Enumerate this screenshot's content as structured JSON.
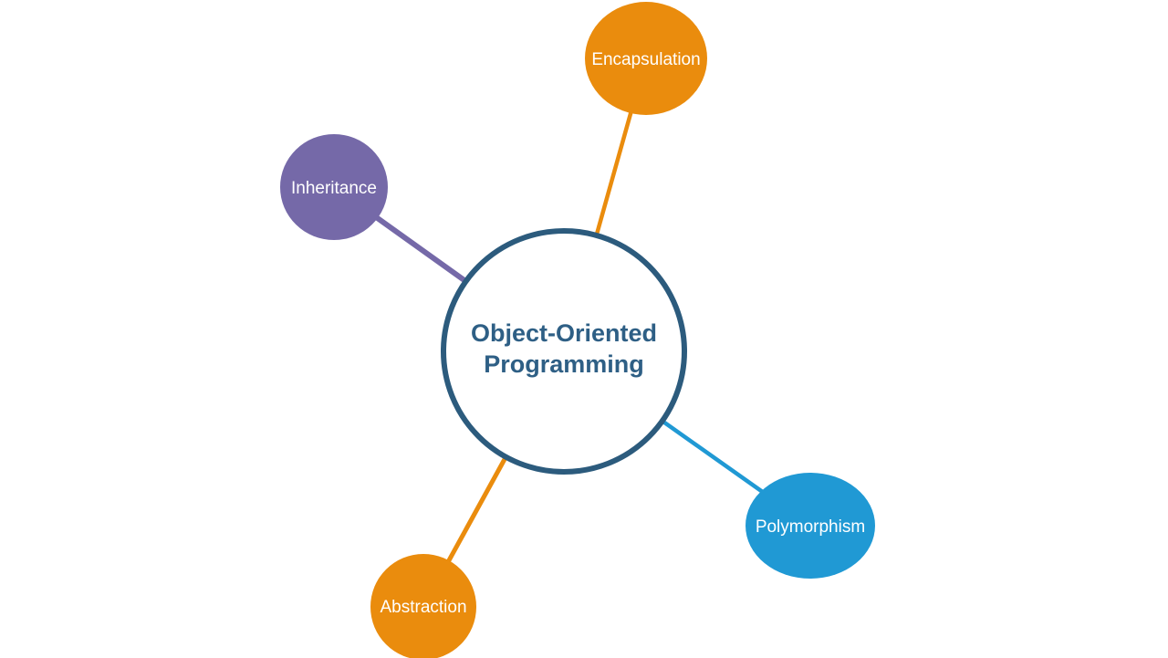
{
  "page": {
    "background": "#FFFFFF"
  },
  "diagram": {
    "type": "mindmap",
    "center": {
      "label": "Object-Oriented Programming",
      "label_line1": "Object-Oriented",
      "label_line2": "Programming",
      "fill": "#FFFFFF",
      "border_color": "#2C5B7D",
      "text_color": "#2E5F85"
    },
    "nodes": [
      {
        "id": "encapsulation",
        "label": "Encapsulation",
        "fill": "#EA8C0D",
        "text_color": "#FFFFFF"
      },
      {
        "id": "inheritance",
        "label": "Inheritance",
        "fill": "#7569A8",
        "text_color": "#FFFFFF"
      },
      {
        "id": "polymorphism",
        "label": "Polymorphism",
        "fill": "#2099D4",
        "text_color": "#FFFFFF"
      },
      {
        "id": "abstraction",
        "label": "Abstraction",
        "fill": "#EA8C0D",
        "text_color": "#FFFFFF"
      }
    ],
    "connectors": [
      {
        "from": "Object-Oriented Programming",
        "to": "Encapsulation",
        "color": "#EA8C0D"
      },
      {
        "from": "Object-Oriented Programming",
        "to": "Inheritance",
        "color": "#7569A8"
      },
      {
        "from": "Object-Oriented Programming",
        "to": "Polymorphism",
        "color": "#2099D4"
      },
      {
        "from": "Object-Oriented Programming",
        "to": "Abstraction",
        "color": "#EA8C0D"
      }
    ]
  }
}
